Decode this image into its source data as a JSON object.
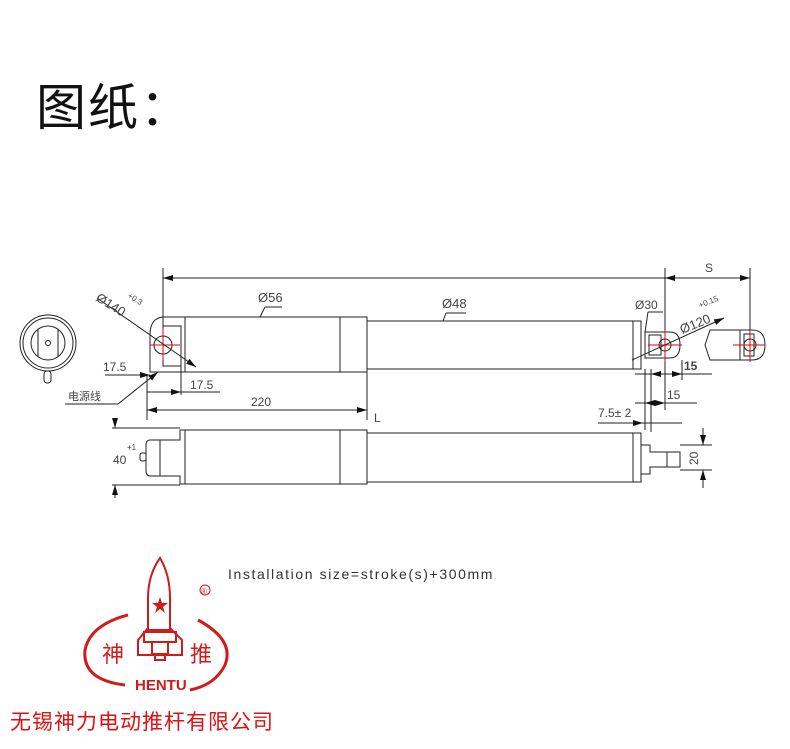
{
  "title": "图纸：",
  "drawing": {
    "dim_rear_hole": "Ø140",
    "dim_rear_hole_tol": "+0.3",
    "dim_body": "Ø56",
    "dim_tube": "Ø48",
    "dim_rod": "Ø30",
    "dim_front_hole": "Ø120",
    "dim_front_hole_tol": "+0.15",
    "dim_s": "S",
    "dim_17_5_a": "17.5",
    "dim_17_5_b": "17.5",
    "power_cable_label": "电源线",
    "dim_220": "220",
    "dim_l": "L",
    "dim_15_a": "15",
    "dim_15_b": "15",
    "dim_7_5": "7.5± 2",
    "dim_40": "40",
    "dim_40_tol": "+1",
    "dim_20": "20"
  },
  "install_note": "Installation size=stroke(s)+300mm",
  "logo": {
    "left_char": "神",
    "right_char": "推",
    "brand": "HENTU",
    "registered": "®"
  },
  "company": "无锡神力电动推杆有限公司",
  "colors": {
    "brand_red": "#d11a1a",
    "line": "#222222",
    "center": "#e00000"
  }
}
